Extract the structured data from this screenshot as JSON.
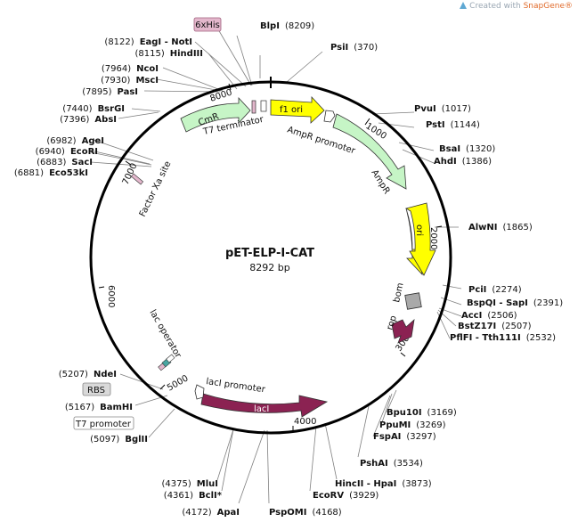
{
  "watermark": {
    "prefix": "Created with ",
    "brand": "SnapGene®"
  },
  "plasmid": {
    "name": "pET-ELP-I-CAT",
    "size": "8292 bp"
  },
  "sites": [
    {
      "name": "BlpI",
      "pos": "(8209)"
    },
    {
      "name": "PsiI",
      "pos": "(370)"
    },
    {
      "name": "PvuI",
      "pos": "(1017)"
    },
    {
      "name": "PstI",
      "pos": "(1144)"
    },
    {
      "name": "BsaI",
      "pos": "(1320)"
    },
    {
      "name": "AhdI",
      "pos": "(1386)"
    },
    {
      "name": "AlwNI",
      "pos": "(1865)"
    },
    {
      "name": "PciI",
      "pos": "(2274)"
    },
    {
      "name": "BspQI - SapI",
      "pos": "(2391)"
    },
    {
      "name": "AccI",
      "pos": "(2506)"
    },
    {
      "name": "BstZ17I",
      "pos": "(2507)"
    },
    {
      "name": "PflFI - Tth111I",
      "pos": "(2532)"
    },
    {
      "name": "Bpu10I",
      "pos": "(3169)"
    },
    {
      "name": "PpuMI",
      "pos": "(3269)"
    },
    {
      "name": "FspAI",
      "pos": "(3297)"
    },
    {
      "name": "PshAI",
      "pos": "(3534)"
    },
    {
      "name": "HincII - HpaI",
      "pos": "(3873)"
    },
    {
      "name": "EcoRV",
      "pos": "(3929)"
    },
    {
      "name": "PspOMI",
      "pos": "(4168)"
    },
    {
      "name": "ApaI",
      "pos": "(4172)"
    },
    {
      "name": "BclI*",
      "pos": "(4361)"
    },
    {
      "name": "MluI",
      "pos": "(4375)"
    },
    {
      "name": "BglII",
      "pos": "(5097)"
    },
    {
      "name": "BamHI",
      "pos": "(5167)"
    },
    {
      "name": "NdeI",
      "pos": "(5207)"
    },
    {
      "name": "Eco53kI",
      "pos": "(6881)"
    },
    {
      "name": "SacI",
      "pos": "(6883)"
    },
    {
      "name": "EcoRI",
      "pos": "(6940)"
    },
    {
      "name": "AgeI",
      "pos": "(6982)"
    },
    {
      "name": "AbsI",
      "pos": "(7396)"
    },
    {
      "name": "BsrGI",
      "pos": "(7440)"
    },
    {
      "name": "PasI",
      "pos": "(7895)"
    },
    {
      "name": "MscI",
      "pos": "(7930)"
    },
    {
      "name": "NcoI",
      "pos": "(7964)"
    },
    {
      "name": "HindIII",
      "pos": "(8115)"
    },
    {
      "name": "EagI - NotI",
      "pos": "(8122)"
    }
  ],
  "features": {
    "his_tag": "6xHis",
    "t7_terminator": "T7 terminator",
    "cmr": "CmR",
    "f1_ori": "f1 ori",
    "ampr_promoter": "AmpR promoter",
    "ampr": "AmpR",
    "ori": "ori",
    "bom": "bom",
    "rop": "rop",
    "laci": "lacI",
    "laci_promoter": "lacI promoter",
    "lac_operator": "lac operator",
    "rbs": "RBS",
    "t7_promoter": "T7 promoter",
    "factor_xa": "Factor Xa site"
  },
  "ticks": [
    "1000",
    "2000",
    "3000",
    "4000",
    "5000",
    "6000",
    "7000",
    "8000"
  ],
  "colors": {
    "cmr": "#c6f5c6",
    "ampr": "#c6f5c6",
    "ori": "#ffff00",
    "f1_ori": "#ffff00",
    "laci": "#8b2252",
    "rop": "#8b2252",
    "bom": "#a9a9a9",
    "his": "#e3b7cc",
    "lac_operator": "#49a5a1",
    "brand": "#e06a2a"
  }
}
